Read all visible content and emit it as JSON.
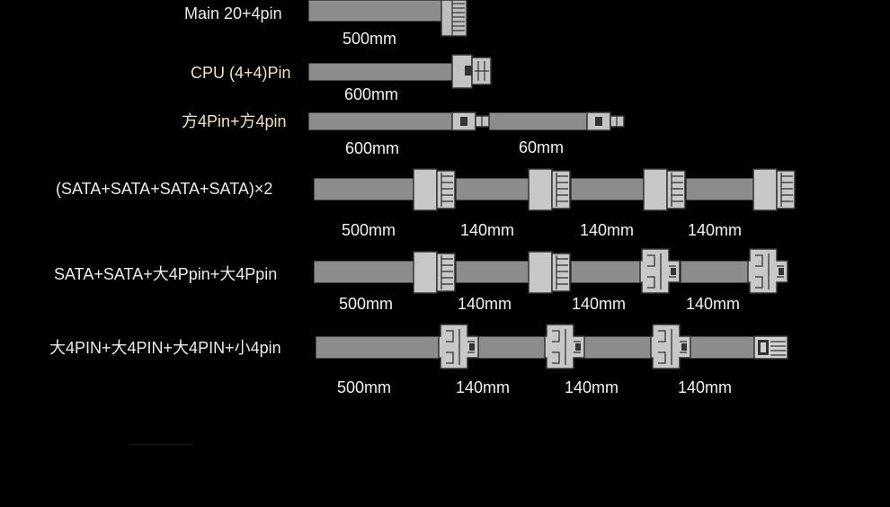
{
  "rows": [
    {
      "label": "Main 20+4pin",
      "lengths": [
        "500mm"
      ]
    },
    {
      "label": "CPU (4+4)Pin",
      "lengths": [
        "600mm"
      ]
    },
    {
      "label": "方4Pin+方4pin",
      "lengths": [
        "600mm",
        "60mm"
      ]
    },
    {
      "label": "(SATA+SATA+SATA+SATA)×2",
      "lengths": [
        "500mm",
        "140mm",
        "140mm",
        "140mm"
      ]
    },
    {
      "label": "SATA+SATA+大4Ppin+大4Ppin",
      "lengths": [
        "500mm",
        "140mm",
        "140mm",
        "140mm"
      ]
    },
    {
      "label": "大4PIN+大4PIN+大4PIN+小4pin",
      "lengths": [
        "500mm",
        "140mm",
        "140mm",
        "140mm"
      ]
    }
  ],
  "colors": {
    "background": "#000000",
    "cable": "#8c8c8c",
    "connector": "#c8c8c8",
    "label": "#ececec",
    "label_cream": "#efe3c2"
  }
}
